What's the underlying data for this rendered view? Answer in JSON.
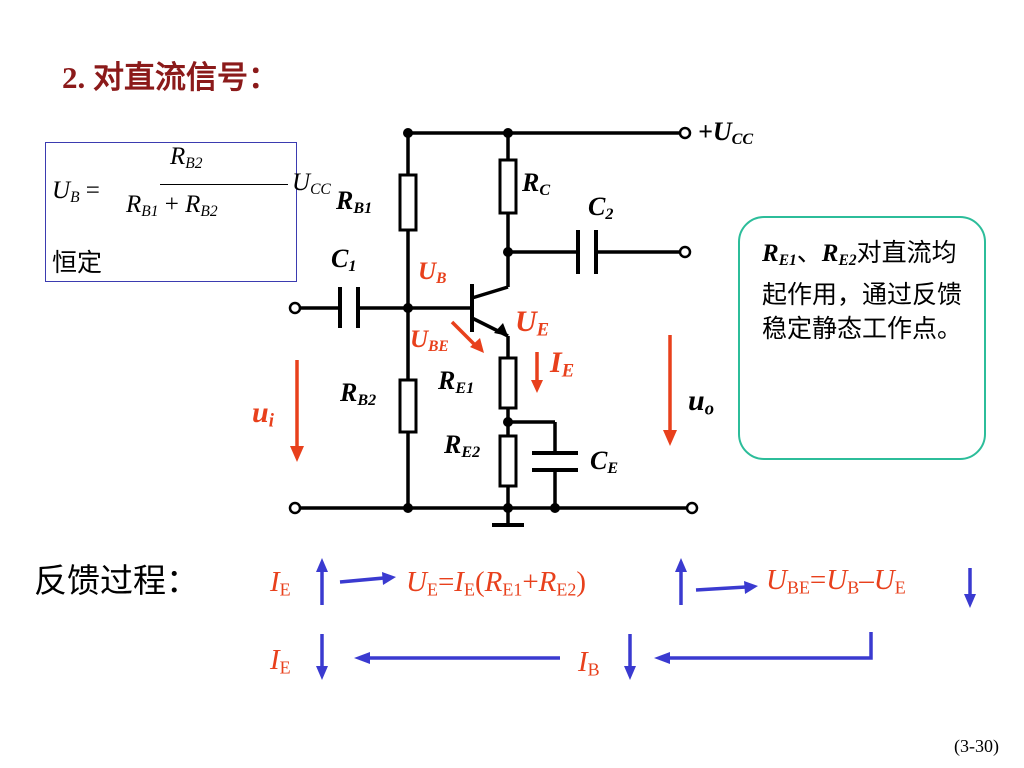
{
  "title": {
    "number": "2.",
    "text": "对直流信号："
  },
  "formula": {
    "lhs": "U",
    "lhs_sub": "B",
    "equals": "=",
    "numerator": "R",
    "numerator_sub": "B2",
    "denominator_a": "R",
    "denominator_a_sub": "B1",
    "plus": "+",
    "denominator_b": "R",
    "denominator_b_sub": "B2",
    "rhs": "U",
    "rhs_sub": "CC",
    "constant_text": "恒定"
  },
  "circuit": {
    "supply": "+U",
    "supply_sub": "CC",
    "rb1": "R",
    "rb1_sub": "B1",
    "rb2": "R",
    "rb2_sub": "B2",
    "rc": "R",
    "rc_sub": "C",
    "c2": "C",
    "c2_sub": "2",
    "c1": "C",
    "c1_sub": "1",
    "ub": "U",
    "ub_sub": "B",
    "ue": "U",
    "ue_sub": "E",
    "ube": "U",
    "ube_sub": "BE",
    "ie": "I",
    "ie_sub": "E",
    "re1": "R",
    "re1_sub": "E1",
    "re2": "R",
    "re2_sub": "E2",
    "ce": "C",
    "ce_sub": "E",
    "ui": "u",
    "ui_sub": "i",
    "uo": "u",
    "uo_sub": "o",
    "colors": {
      "wire": "#000000",
      "signal": "#e8401c"
    }
  },
  "note": {
    "a": "R",
    "a_sub": "E1",
    "sep": "、",
    "b": "R",
    "b_sub": "E2",
    "text": "对直流均起作用，通过反馈稳定静态工作点。",
    "border_color": "#2cbd9a"
  },
  "feedback": {
    "title": "反馈过程：",
    "row1": {
      "ie": "I",
      "ie_sub": "E",
      "ue_eq": "U",
      "ue_eq_sub": "E",
      "eq1": "=",
      "ie2": "I",
      "ie2_sub": "E",
      "lp": "(",
      "re1": "R",
      "re1_sub": "E1",
      "plus": "+",
      "re2": "R",
      "re2_sub": "E2",
      "rp": ")",
      "ube": "U",
      "ube_sub": "BE",
      "eq2": "=",
      "ub": "U",
      "ub_sub": "B",
      "minus": "–",
      "ue": "U",
      "ue_sub": "E"
    },
    "row2": {
      "ie": "I",
      "ie_sub": "E",
      "ib": "I",
      "ib_sub": "B"
    },
    "arrow_color": "#3a3ad0"
  },
  "page_number": "(3-30)"
}
